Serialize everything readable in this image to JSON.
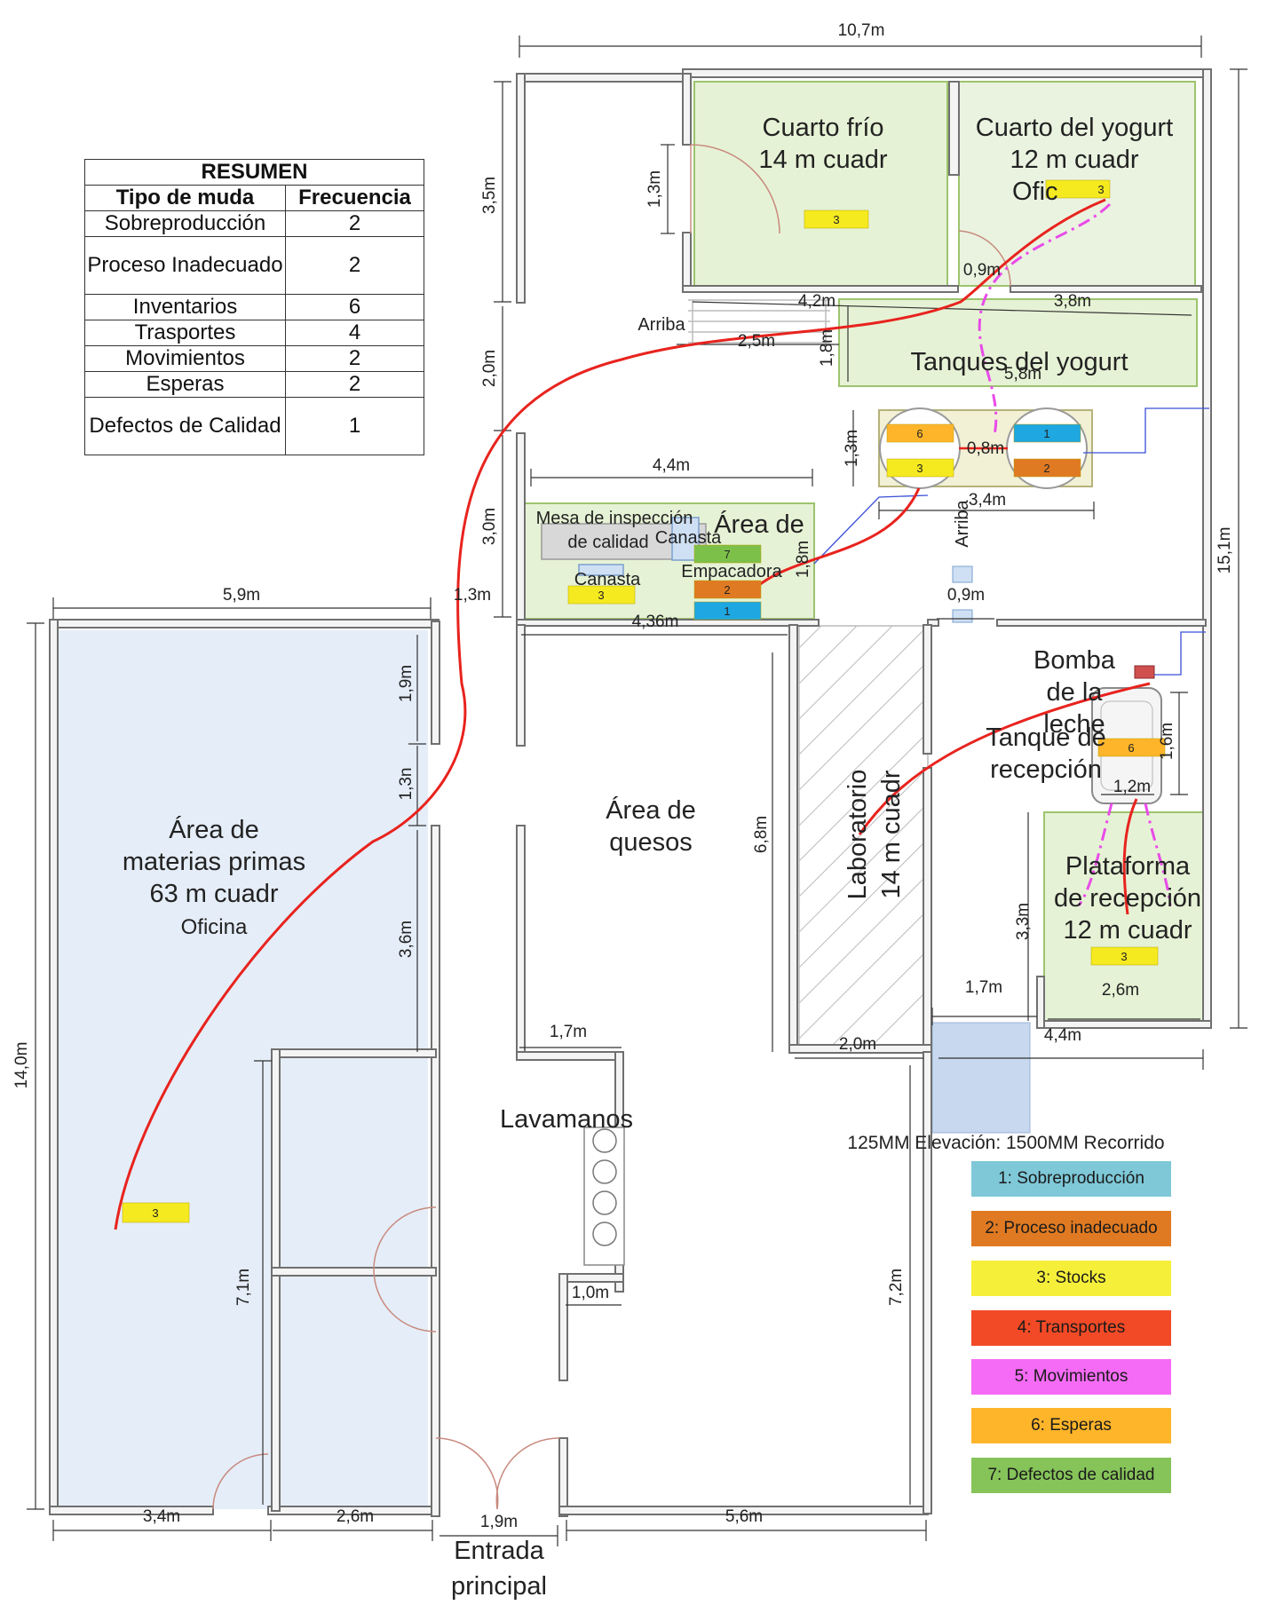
{
  "summary_table": {
    "title": "RESUMEN",
    "headers": [
      "Tipo de muda",
      "Frecuencia"
    ],
    "rows": [
      {
        "type": "Sobreproducción",
        "freq": "2"
      },
      {
        "type": "Proceso Inadecuado",
        "freq": "2"
      },
      {
        "type": "Inventarios",
        "freq": "6"
      },
      {
        "type": "Trasportes",
        "freq": "4"
      },
      {
        "type": "Movimientos",
        "freq": "2"
      },
      {
        "type": "Esperas",
        "freq": "2"
      },
      {
        "type": "Defectos de Calidad",
        "freq": "1"
      }
    ]
  },
  "rooms": {
    "cold_room": [
      "Cuarto frío",
      "14 m cuadr"
    ],
    "yogurt_room": [
      "Cuarto del yogurt",
      "12 m cuadr",
      "Ofic"
    ],
    "yogurt_tanks": "Tanques del yogurt",
    "packing_area": "Área de",
    "inspection_table": [
      "Mesa de inspección",
      "de calidad"
    ],
    "basket_1": "Canasta",
    "basket_2": "Canasta",
    "packer": "Empacadora",
    "raw_materials": [
      "Área de",
      "materias primas",
      "63 m cuadr",
      "Oficina"
    ],
    "cheese_area": [
      "Área de",
      "quesos"
    ],
    "laboratory": [
      "Laboratorio",
      "14 m cuadr"
    ],
    "milk_pump": [
      "Bomba",
      "de la",
      "leche"
    ],
    "reception_tank": [
      "Tanque de",
      "recepción"
    ],
    "reception_platform": [
      "Plataforma",
      "de recepción",
      "12 m cuadr"
    ],
    "sinks": "Lavamanos",
    "entrance": [
      "Entrada",
      "principal"
    ],
    "stairs_up_1": "Arriba",
    "stairs_up_2": "Arriba",
    "elevation_note": "125MM Elevación:  1500MM Recorrido"
  },
  "dimensions": {
    "top_width": "10,7m",
    "d_3_5": "3,5m",
    "d_1_3_door": "1,3m",
    "d_4_2": "4,2m",
    "d_0_9_top": "0,9m",
    "d_3_8": "3,8m",
    "d_2_5": "2,5m",
    "d_1_8_top": "1,8m",
    "d_5_8": "5,8m",
    "d_2_0": "2,0m",
    "d_1_3_tanks": "1,3m",
    "d_0_8": "0,8m",
    "d_3_4_top": "3,4m",
    "d_4_4_top": "4,4m",
    "d_3_0": "3,0m",
    "d_1_8_mid": "1,8m",
    "d_15_1": "15,1m",
    "d_5_9": "5,9m",
    "d_1_3_left": "1,3m",
    "d_4_36": "4,36m",
    "d_0_9_mid": "0,9m",
    "d_1_9": "1,9m",
    "d_1_3n": "1,3n",
    "d_3_6": "3,6m",
    "d_14_0": "14,0m",
    "d_6_8": "6,8m",
    "d_1_6": "1,6m",
    "d_1_2": "1,2m",
    "d_3_3": "3,3m",
    "d_1_7_right": "1,7m",
    "d_2_6_right": "2,6m",
    "d_2_0_lab": "2,0m",
    "d_4_4_bottom": "4,4m",
    "d_1_7_left": "1,7m",
    "d_1_0": "1,0m",
    "d_7_1": "7,1m",
    "d_7_2": "7,2m",
    "d_3_4_bottom": "3,4m",
    "d_2_6_bottom": "2,6m",
    "d_1_9_bottom": "1,9m",
    "d_5_6": "5,6m"
  },
  "markers": {
    "m_cold": "3",
    "m_yogurt": "3",
    "m_tank6": "6",
    "m_tank3": "3",
    "m_tank1": "1",
    "m_tank2": "2",
    "m_pack7": "7",
    "m_pack2": "2",
    "m_pack1": "1",
    "m_basket3": "3",
    "m_reception6": "6",
    "m_platform3": "3",
    "m_raw3": "3"
  },
  "marker_colors": {
    "1": "#1ea7e1",
    "2": "#e07a22",
    "3": "#f5ea1f",
    "4": "#ff3b1a",
    "5": "#ff5ef2",
    "6": "#ffb52a",
    "7": "#7cc04a"
  },
  "legend": [
    {
      "label": "1: Sobreproducción",
      "color": "#7ec8d8"
    },
    {
      "label": "2: Proceso inadecuado",
      "color": "#e07a22"
    },
    {
      "label": "3: Stocks",
      "color": "#f5ef3a"
    },
    {
      "label": "4: Transportes",
      "color": "#f24a26"
    },
    {
      "label": "5: Movimientos",
      "color": "#f56bf5"
    },
    {
      "label": "6: Esperas",
      "color": "#ffb52a"
    },
    {
      "label": "7: Defectos de calidad",
      "color": "#86c45a"
    }
  ],
  "colors": {
    "wall": "#808080",
    "green_room": "#e6f2d5",
    "raw_area": "#e5edf8",
    "transport_path": "#e8231e",
    "movement_path": "#e94be9"
  }
}
